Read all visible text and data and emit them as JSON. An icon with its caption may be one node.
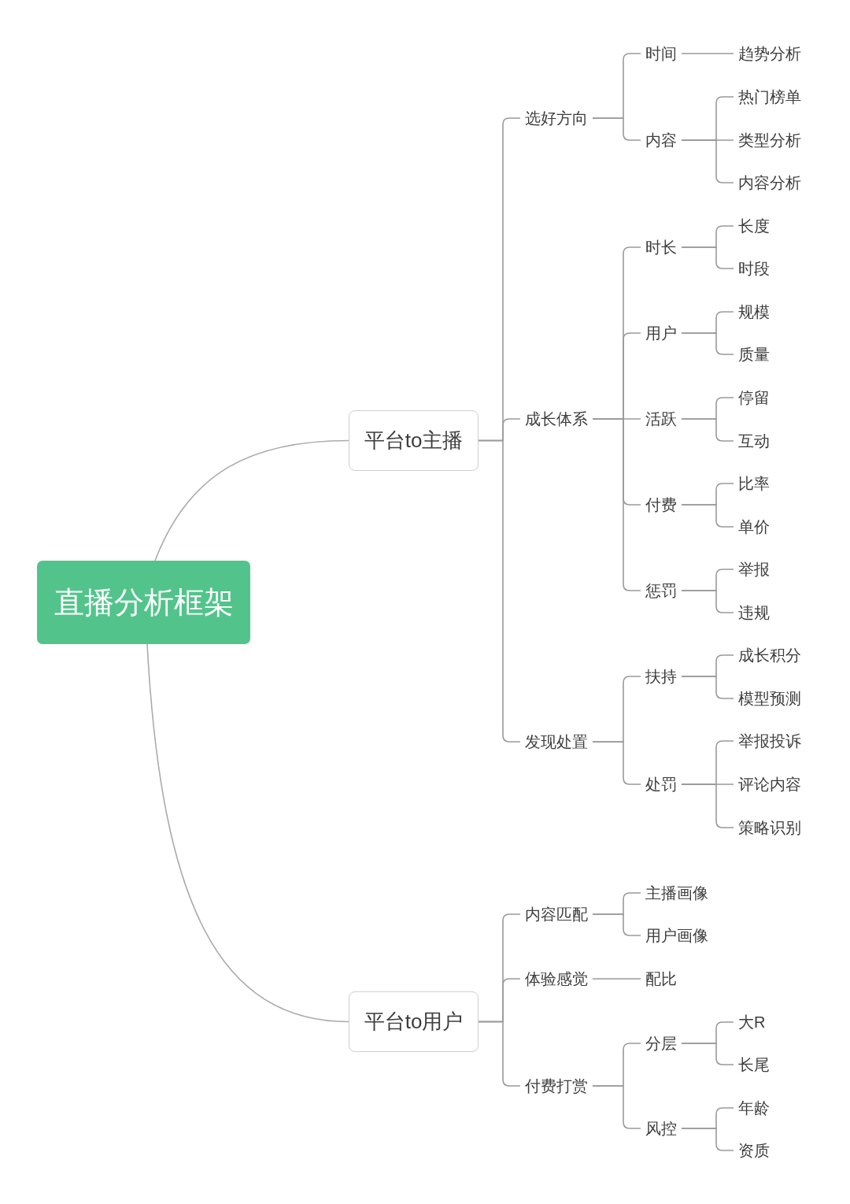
{
  "diagram": {
    "nodes": [
      {
        "text": [
          "直播分析框架"
        ]
      },
      {
        "text": [
          "平台to主播"
        ]
      },
      {
        "text": [
          "选好方向"
        ]
      },
      {
        "text": [
          "时间"
        ]
      },
      {
        "text": [
          "趋势分析"
        ]
      },
      {
        "text": [
          "内容"
        ]
      },
      {
        "text": [
          "热门榜单"
        ]
      },
      {
        "text": [
          "类型分析"
        ]
      },
      {
        "text": [
          "内容分析"
        ]
      },
      {
        "text": [
          "成长体系"
        ]
      },
      {
        "text": [
          "时长"
        ]
      },
      {
        "text": [
          "长度"
        ]
      },
      {
        "text": [
          "时段"
        ]
      },
      {
        "text": [
          "用户"
        ]
      },
      {
        "text": [
          "规模"
        ]
      },
      {
        "text": [
          "质量"
        ]
      },
      {
        "text": [
          "活跃"
        ]
      },
      {
        "text": [
          "停留"
        ]
      },
      {
        "text": [
          "互动"
        ]
      },
      {
        "text": [
          "付费"
        ]
      },
      {
        "text": [
          "比率"
        ]
      },
      {
        "text": [
          "单价"
        ]
      },
      {
        "text": [
          "惩罚"
        ]
      },
      {
        "text": [
          "举报"
        ]
      },
      {
        "text": [
          "违规"
        ]
      },
      {
        "text": [
          "发现处置"
        ]
      },
      {
        "text": [
          "扶持"
        ]
      },
      {
        "text": [
          "成长积分"
        ]
      },
      {
        "text": [
          "模型预测"
        ]
      },
      {
        "text": [
          "处罚"
        ]
      },
      {
        "text": [
          "举报投诉"
        ]
      },
      {
        "text": [
          "评论内容"
        ]
      },
      {
        "text": [
          "策略识别"
        ]
      },
      {
        "text": [
          "平台to用户"
        ]
      },
      {
        "text": [
          "内容匹配"
        ]
      },
      {
        "text": [
          "主播画像"
        ]
      },
      {
        "text": [
          "用户画像"
        ]
      },
      {
        "text": [
          "体验感觉"
        ]
      },
      {
        "text": [
          "配比"
        ]
      },
      {
        "text": [
          "付费打赏"
        ]
      },
      {
        "text": [
          "分层"
        ]
      },
      {
        "text": [
          "大R"
        ]
      },
      {
        "text": [
          "长尾"
        ]
      },
      {
        "text": [
          "风控"
        ]
      },
      {
        "text": [
          "年龄"
        ]
      },
      {
        "text": [
          "资质"
        ]
      }
    ],
    "edges": [
      {
        "from": 0,
        "to": 1,
        "arrow": "none"
      },
      {
        "from": 0,
        "to": 33,
        "arrow": "none"
      },
      {
        "from": 1,
        "to": 2,
        "arrow": "none"
      },
      {
        "from": 1,
        "to": 9,
        "arrow": "none"
      },
      {
        "from": 1,
        "to": 25,
        "arrow": "none"
      },
      {
        "from": 2,
        "to": 3,
        "arrow": "none"
      },
      {
        "from": 2,
        "to": 5,
        "arrow": "none"
      },
      {
        "from": 3,
        "to": 4,
        "arrow": "none"
      },
      {
        "from": 5,
        "to": 6,
        "arrow": "none"
      },
      {
        "from": 5,
        "to": 7,
        "arrow": "none"
      },
      {
        "from": 5,
        "to": 8,
        "arrow": "none"
      },
      {
        "from": 9,
        "to": 10,
        "arrow": "none"
      },
      {
        "from": 9,
        "to": 13,
        "arrow": "none"
      },
      {
        "from": 9,
        "to": 16,
        "arrow": "none"
      },
      {
        "from": 9,
        "to": 19,
        "arrow": "none"
      },
      {
        "from": 9,
        "to": 22,
        "arrow": "none"
      },
      {
        "from": 10,
        "to": 11,
        "arrow": "none"
      },
      {
        "from": 10,
        "to": 12,
        "arrow": "none"
      },
      {
        "from": 13,
        "to": 14,
        "arrow": "none"
      },
      {
        "from": 13,
        "to": 15,
        "arrow": "none"
      },
      {
        "from": 16,
        "to": 17,
        "arrow": "none"
      },
      {
        "from": 16,
        "to": 18,
        "arrow": "none"
      },
      {
        "from": 19,
        "to": 20,
        "arrow": "none"
      },
      {
        "from": 19,
        "to": 21,
        "arrow": "none"
      },
      {
        "from": 22,
        "to": 23,
        "arrow": "none"
      },
      {
        "from": 22,
        "to": 24,
        "arrow": "none"
      },
      {
        "from": 25,
        "to": 26,
        "arrow": "none"
      },
      {
        "from": 25,
        "to": 29,
        "arrow": "none"
      },
      {
        "from": 26,
        "to": 27,
        "arrow": "none"
      },
      {
        "from": 26,
        "to": 28,
        "arrow": "none"
      },
      {
        "from": 29,
        "to": 30,
        "arrow": "none"
      },
      {
        "from": 29,
        "to": 31,
        "arrow": "none"
      },
      {
        "from": 29,
        "to": 32,
        "arrow": "none"
      },
      {
        "from": 33,
        "to": 34,
        "arrow": "none"
      },
      {
        "from": 33,
        "to": 37,
        "arrow": "none"
      },
      {
        "from": 33,
        "to": 39,
        "arrow": "none"
      },
      {
        "from": 34,
        "to": 35,
        "arrow": "none"
      },
      {
        "from": 34,
        "to": 36,
        "arrow": "none"
      },
      {
        "from": 37,
        "to": 38,
        "arrow": "none"
      },
      {
        "from": 39,
        "to": 40,
        "arrow": "none"
      },
      {
        "from": 39,
        "to": 43,
        "arrow": "none"
      },
      {
        "from": 40,
        "to": 41,
        "arrow": "none"
      },
      {
        "from": 40,
        "to": 42,
        "arrow": "none"
      },
      {
        "from": 43,
        "to": 44,
        "arrow": "none"
      },
      {
        "from": 43,
        "to": 45,
        "arrow": "none"
      }
    ]
  }
}
